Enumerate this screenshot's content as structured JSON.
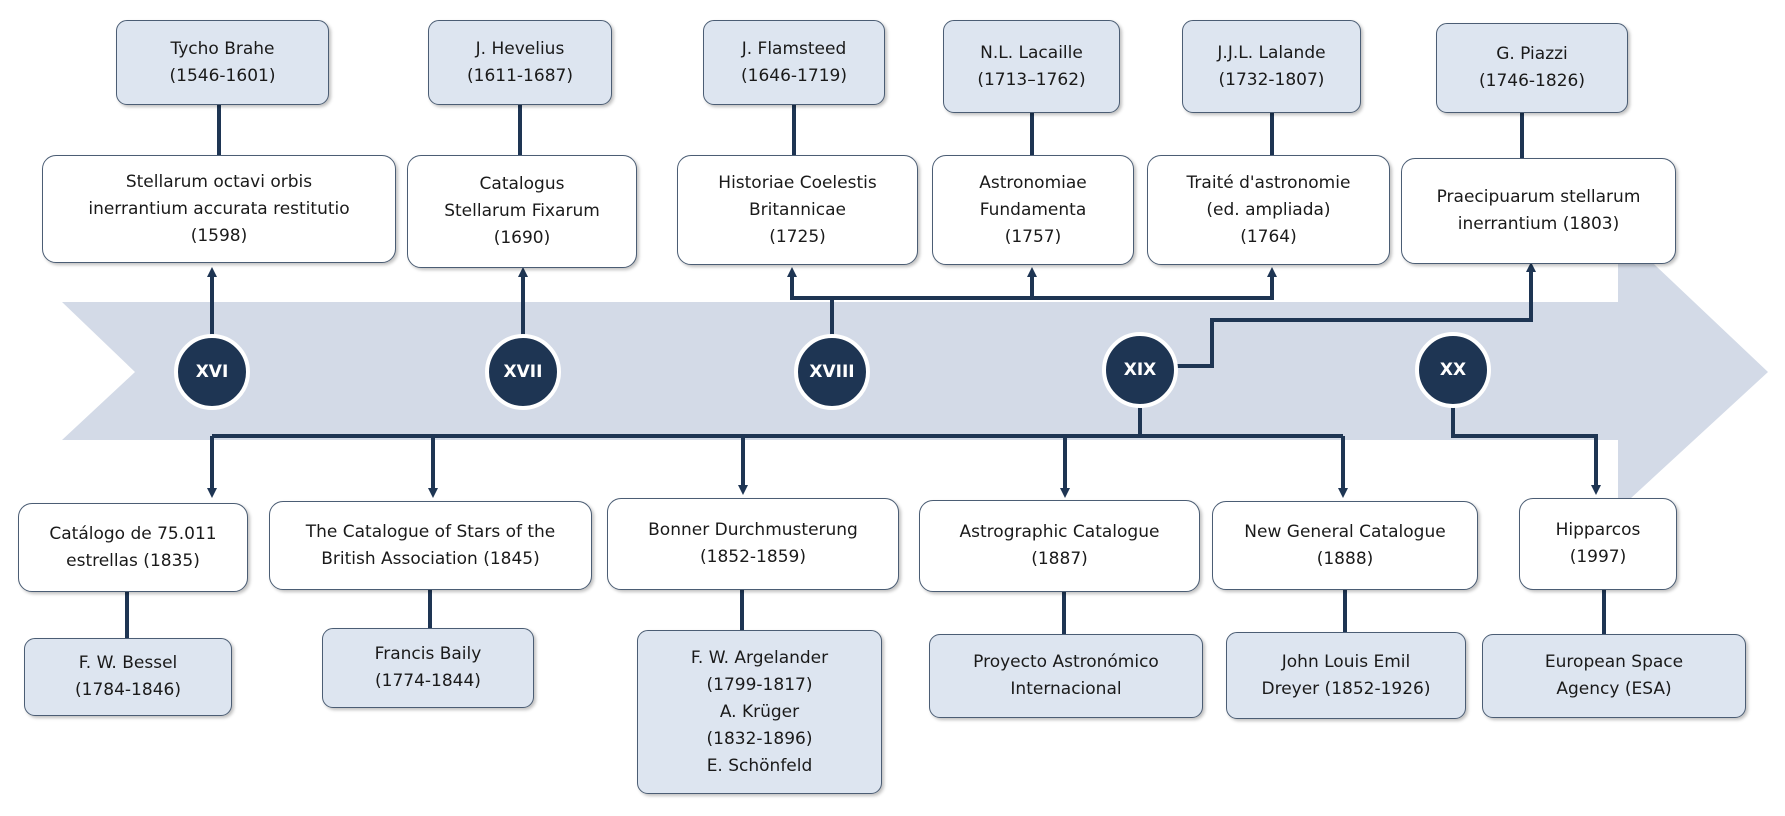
{
  "centuries": [
    "XVI",
    "XVII",
    "XVIII",
    "XIX",
    "XX"
  ],
  "top": {
    "authors": [
      "Tycho Brahe\n(1546-1601)",
      "J. Hevelius\n(1611-1687)",
      "J. Flamsteed\n(1646-1719)",
      "N.L. Lacaille\n(1713–1762)",
      "J.J.L. Lalande\n(1732-1807)",
      "G. Piazzi\n(1746-1826)"
    ],
    "works": [
      "Stellarum octavi orbis\ninerrantium  accurata restitutio\n(1598)",
      "Catalogus\nStellarum Fixarum\n(1690)",
      "Historiae Coelestis\nBritannicae\n(1725)",
      "Astronomiae\nFundamenta\n(1757)",
      "Traité d'astronomie\n(ed. ampliada)\n(1764)",
      "Praecipuarum  stellarum\ninerrantium  (1803)"
    ]
  },
  "bottom": {
    "works": [
      "Catálogo de 75.011\nestrellas (1835)",
      "The Catalogue of Stars of the\nBritish Association (1845)",
      "Bonner Durchmusterung\n(1852-1859)",
      "Astrographic Catalogue\n(1887)",
      "New General Catalogue\n(1888)",
      "Hipparcos\n(1997)"
    ],
    "authors": [
      "F. W. Bessel\n(1784-1846)",
      "Francis Baily\n(1774-1844)",
      "F. W. Argelander\n(1799-1817)\nA. Krüger\n(1832-1896)\nE. Schönfeld",
      "Proyecto Astronómico\nInternacional",
      "John Louis Emil\nDreyer (1852-1926)",
      "European Space\nAgency (ESA)"
    ]
  },
  "colors": {
    "arrow": "#d3dae7",
    "circle": "#1e3553",
    "connector": "#1e3553",
    "author_fill": "#dde5f0",
    "box_border": "#4b5d74"
  }
}
